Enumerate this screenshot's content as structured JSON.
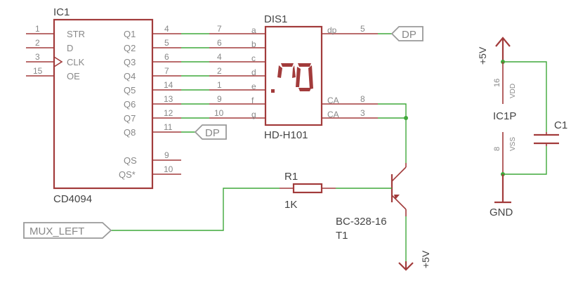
{
  "ic1": {
    "name": "IC1",
    "value": "CD4094",
    "left_pins": [
      {
        "num": "1",
        "label": "STR"
      },
      {
        "num": "2",
        "label": "D"
      },
      {
        "num": "3",
        "label": "CLK"
      },
      {
        "num": "15",
        "label": "OE"
      }
    ],
    "right_pins": [
      {
        "num": "4",
        "label": "Q1"
      },
      {
        "num": "5",
        "label": "Q2"
      },
      {
        "num": "6",
        "label": "Q3"
      },
      {
        "num": "7",
        "label": "Q4"
      },
      {
        "num": "14",
        "label": "Q5"
      },
      {
        "num": "13",
        "label": "Q6"
      },
      {
        "num": "12",
        "label": "Q7"
      },
      {
        "num": "11",
        "label": "Q8"
      },
      {
        "num": "9",
        "label": "QS"
      },
      {
        "num": "10",
        "label": "QS*"
      }
    ]
  },
  "dis1": {
    "name": "DIS1",
    "value": "HD-H101",
    "seg_pins": [
      {
        "num": "7",
        "label": "a"
      },
      {
        "num": "6",
        "label": "b"
      },
      {
        "num": "4",
        "label": "c"
      },
      {
        "num": "2",
        "label": "d"
      },
      {
        "num": "1",
        "label": "e"
      },
      {
        "num": "9",
        "label": "f"
      },
      {
        "num": "10",
        "label": "g"
      }
    ],
    "dp_pin": {
      "num": "5",
      "label": "dp"
    },
    "ca_pins": [
      {
        "num": "8",
        "label": "CA"
      },
      {
        "num": "3",
        "label": "CA"
      }
    ]
  },
  "labels": {
    "dp_flag_top": "DP",
    "dp_flag_q8": "DP",
    "mux_left": "MUX_LEFT",
    "vcc_top": "+5V",
    "vcc_bottom": "+5V",
    "gnd": "GND"
  },
  "r1": {
    "name": "R1",
    "value": "1K"
  },
  "t1": {
    "name": "T1",
    "value": "BC-328-16"
  },
  "ic1p": {
    "name": "IC1P",
    "vdd_num": "16",
    "vdd_label": "VDD",
    "vss_num": "8",
    "vss_label": "VSS"
  },
  "c1": {
    "name": "C1"
  }
}
